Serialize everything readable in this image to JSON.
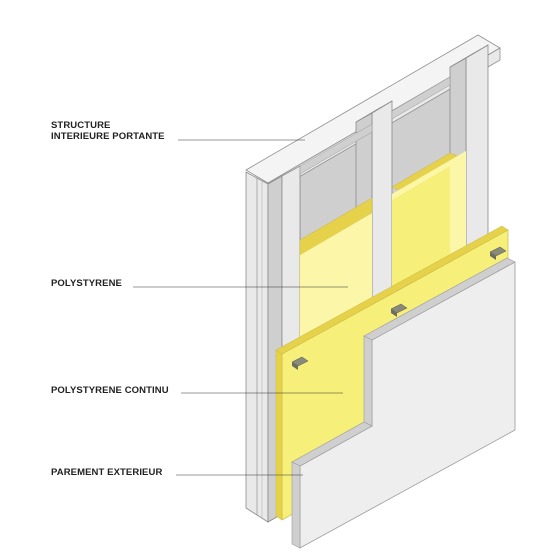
{
  "labels": {
    "structure": [
      "STRUCTURE",
      "INTERIEURE PORTANTE"
    ],
    "polystyrene": "POLYSTYRENE",
    "polystyrene_continu": "POLYSTYRENE CONTINU",
    "parement": "PAREMENT EXTERIEUR"
  },
  "colors": {
    "frame_front": "#e9e9e9",
    "frame_side": "#cfcfcf",
    "frame_top": "#f4f4f4",
    "insulation": "#f6ef7a",
    "insulation_shade": "#e6d24a",
    "insulation_light": "#fbf6a8",
    "panel_face": "#eeeeee",
    "panel_edge": "#cfcfcf",
    "fastener": "#8a8a7a",
    "leader": "#333333"
  }
}
